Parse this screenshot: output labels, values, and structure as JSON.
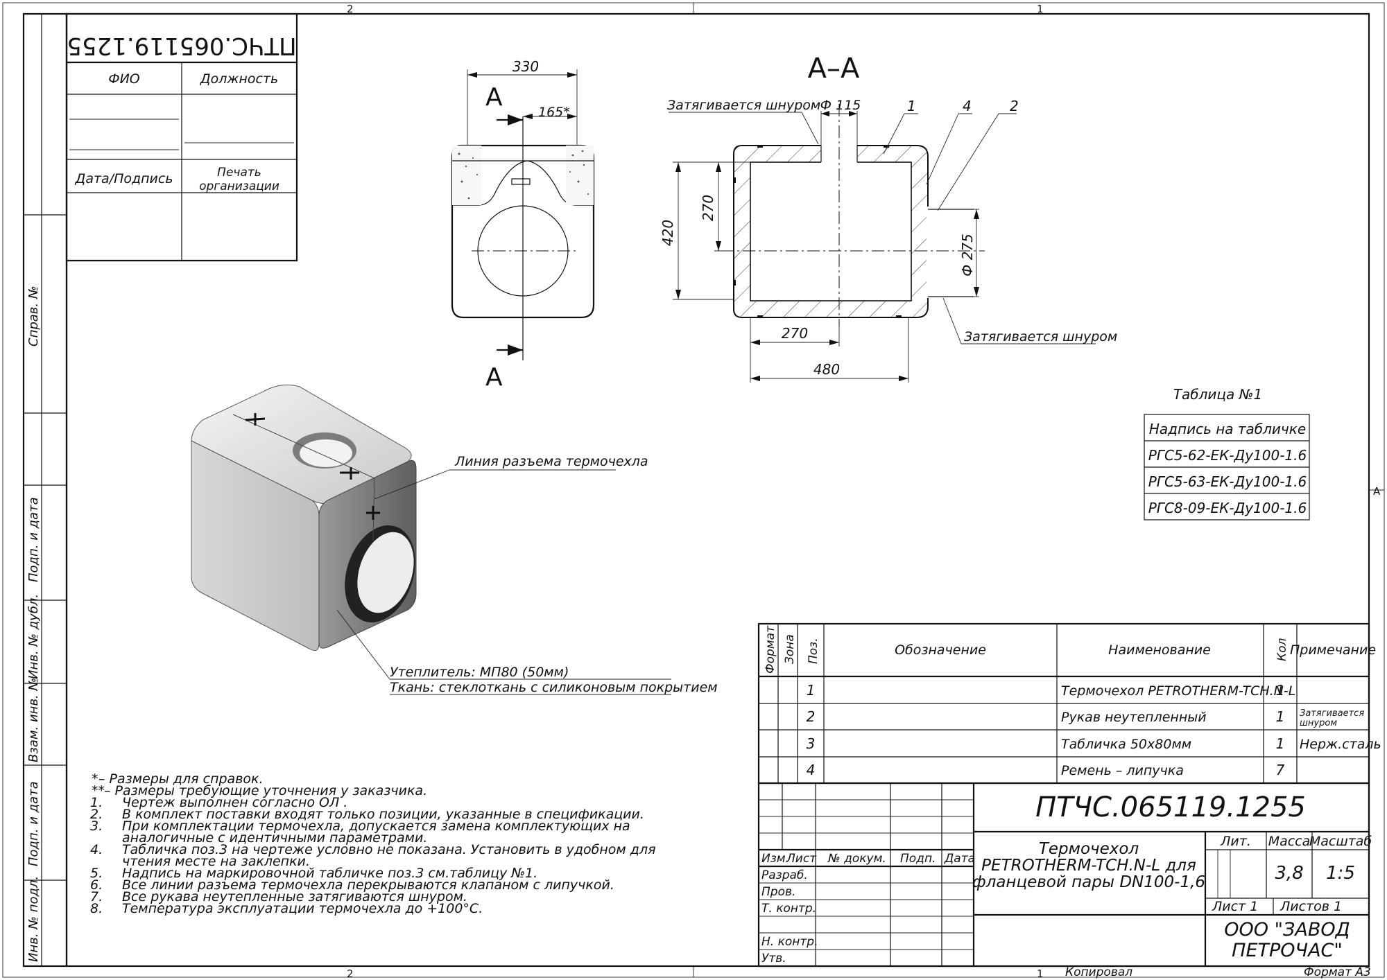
{
  "frame": {
    "zone_top_left": "2",
    "zone_top_right": "1",
    "zone_bottom_left": "2",
    "zone_bottom_right": "1",
    "zone_right": "A",
    "copied_by": "Копировал",
    "format": "Формат А3"
  },
  "top_left_stamp": {
    "code_mirrored": "ПТЧС.065119.1255",
    "col_name": "ФИО",
    "col_position": "Должность",
    "date_sign": "Дата/Подпись",
    "seal": "Печать организации"
  },
  "side_strip": {
    "ref_no": "Справ. №",
    "sign_date_1": "Подп. и дата",
    "dup_inv": "Инв. № дубл.",
    "interchange_inv": "Взам. инв. №",
    "sign_date_2": "Подп. и дата",
    "orig_inv": "Инв. № подл."
  },
  "front_view": {
    "dim_width": "330",
    "dim_half": "165*",
    "section_mark": "А"
  },
  "section_view": {
    "title": "А–А",
    "tightened_top": "Затягивается шнуром",
    "tightened_bottom": "Затягивается шнуром",
    "dia_top": "Ф 115",
    "dia_side": "Ф 275",
    "dim_420": "420",
    "dim_270_v": "270",
    "dim_270_h": "270",
    "dim_480": "480",
    "pos1": "1",
    "pos4": "4",
    "pos2": "2"
  },
  "iso_view": {
    "split_line": "Линия разъема термочехла",
    "insulation": "Утеплитель: МП80 (50мм)",
    "fabric": "Ткань: стеклоткань с силиконовым покрытием"
  },
  "table1": {
    "caption": "Таблица №1",
    "header": "Надпись на табличке",
    "rows": [
      "РГС5-62-ЕК-Ду100-1.6",
      "РГС5-63-ЕК-Ду100-1.6",
      "РГС8-09-ЕК-Ду100-1.6"
    ]
  },
  "notes": [
    {
      "n": "*",
      "text": " – Размеры для справок."
    },
    {
      "n": "**",
      "text": " – Размеры требующие уточнения у заказчика."
    },
    {
      "n": "1.",
      "text": "Чертеж выполнен согласно ОЛ ."
    },
    {
      "n": "2.",
      "text": "В комплект поставки входят только позиции, указанные в спецификации."
    },
    {
      "n": "3.",
      "text": "При комплектации термочехла, допускается замена комплектующих на"
    },
    {
      "n": "",
      "text": "аналогичные с идентичными параметрами."
    },
    {
      "n": "4.",
      "text": "Табличка поз.3 на чертеже условно не показана. Установить в удобном для"
    },
    {
      "n": "",
      "text": "чтения месте на заклепки."
    },
    {
      "n": "5.",
      "text": "Надпись на маркировочной табличке поз.3 см.таблицу №1."
    },
    {
      "n": "6.",
      "text": "Все линии разъема термочехла перекрываются клапаном с липучкой."
    },
    {
      "n": "7.",
      "text": "Все рукава неутепленные затягиваются шнуром."
    },
    {
      "n": "8.",
      "text": "Температура эксплуатации термочехла до +100°С."
    }
  ],
  "spec": {
    "h_format": "Формат",
    "h_zone": "Зона",
    "h_pos": "Поз.",
    "h_designation": "Обозначение",
    "h_name": "Наименование",
    "h_qty": "Кол",
    "h_note": "Примечание",
    "rows": [
      {
        "pos": "1",
        "name": "Термочехол PETROTHERM-TCH.N-L",
        "qty": "1",
        "note": "",
        "note2": ""
      },
      {
        "pos": "2",
        "name": "Рукав неутепленный",
        "qty": "1",
        "note": "Затягивается",
        "note2": "шнуром"
      },
      {
        "pos": "3",
        "name": "Табличка 50х80мм",
        "qty": "1",
        "note": "Нерж.сталь",
        "note2": ""
      },
      {
        "pos": "4",
        "name": "Ремень – липучка",
        "qty": "7",
        "note": "",
        "note2": ""
      }
    ]
  },
  "title_block": {
    "code": "ПТЧС.065119.1255",
    "title_l1": "Термочехол",
    "title_l2": "PETROTHERM-TCH.N-L для",
    "title_l3": "фланцевой пары DN100-1,6",
    "h_izm": "Изм.",
    "h_list": "Лист",
    "h_doc": "№ докум.",
    "h_sign": "Подп.",
    "h_date": "Дата",
    "r_razrab": "Разраб.",
    "r_prov": "Пров.",
    "r_tkontr": "Т. контр.",
    "r_nkontr": "Н. контр.",
    "r_utv": "Утв.",
    "h_lit": "Лит.",
    "h_mass": "Масса",
    "h_scale": "Масштаб",
    "mass": "3,8",
    "scale": "1:5",
    "sheet": "Лист 1",
    "sheets": "Листов 1",
    "company_l1": "ООО \"ЗАВОД",
    "company_l2": "ПЕТРОЧАС\""
  },
  "colors": {
    "line": "#111111",
    "background": "#ffffff",
    "shade_light": "#e9e9e9",
    "shade_dark": "#6d6d6d"
  }
}
